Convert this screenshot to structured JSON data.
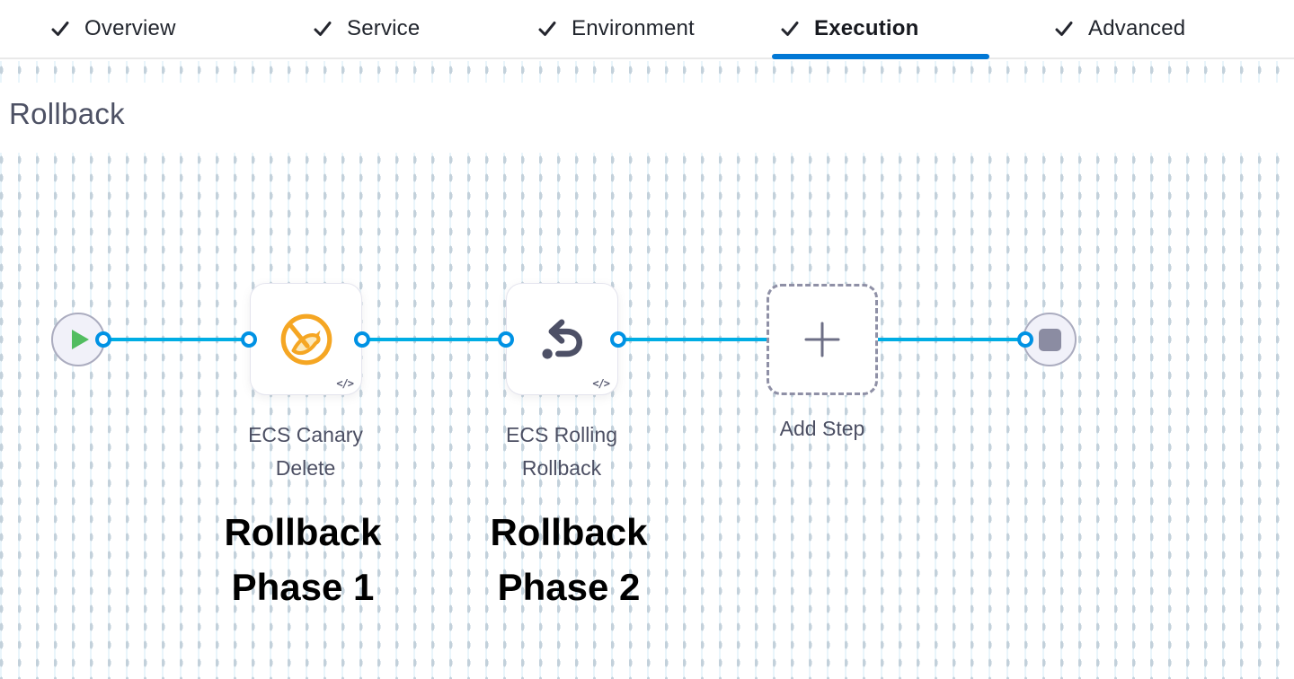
{
  "tabs": [
    {
      "label": "Overview",
      "checked": true,
      "active": false
    },
    {
      "label": "Service",
      "checked": true,
      "active": false
    },
    {
      "label": "Environment",
      "checked": true,
      "active": false
    },
    {
      "label": "Execution",
      "checked": true,
      "active": true
    },
    {
      "label": "Advanced",
      "checked": true,
      "active": false
    }
  ],
  "canvas": {
    "section_title": "Rollback",
    "steps": [
      {
        "label_line1": "ECS Canary",
        "label_line2": "Delete",
        "icon": "canary-delete-icon",
        "code_badge": "</>"
      },
      {
        "label_line1": "ECS Rolling",
        "label_line2": "Rollback",
        "icon": "rolling-rollback-icon",
        "code_badge": "</>"
      }
    ],
    "add_step": {
      "label": "Add Step"
    },
    "annotations": [
      {
        "line1": "Rollback",
        "line2": "Phase 1"
      },
      {
        "line1": "Rollback",
        "line2": "Phase 2"
      }
    ]
  },
  "colors": {
    "active_tab_underline": "#0278d5",
    "connector_blue": "#00ade4",
    "port_blue": "#0092e4",
    "canary_orange": "#f5a623",
    "rollback_icon_slate": "#4d5066",
    "play_green": "#52bd60",
    "stop_gray": "#8b8ca2",
    "title_gray": "#4d5164",
    "annotation_black": "#000000"
  }
}
